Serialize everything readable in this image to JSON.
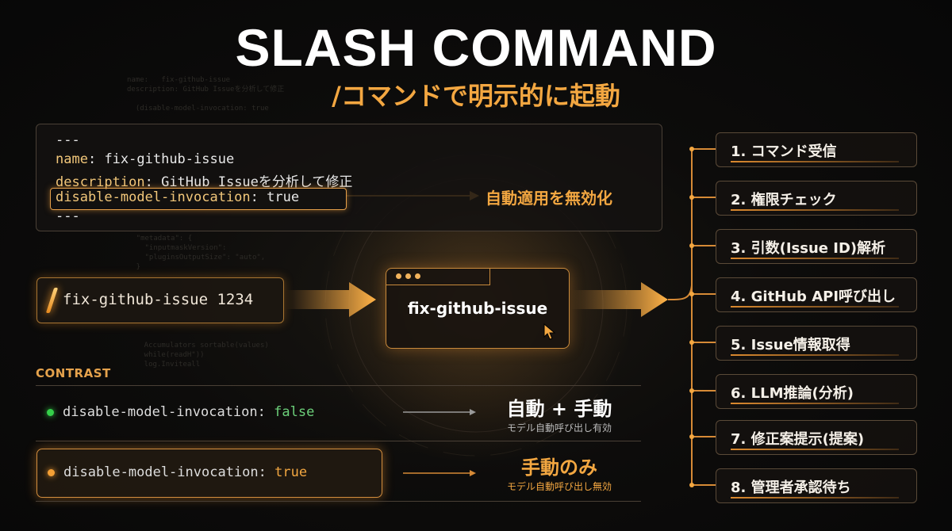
{
  "title": "SLASH COMMAND",
  "subtitle": "/コマンドで明示的に起動",
  "yaml": {
    "sep_top": "---",
    "name_key": "name",
    "name_val": "fix-github-issue",
    "desc_key": "description",
    "desc_val": "GitHub Issueを分析して修正",
    "dmi_key": "disable-model-invocation",
    "dmi_val": "true",
    "sep_bottom": "---",
    "note": "自動適用を無効化"
  },
  "command_input": "fix-github-issue 1234",
  "skill_box": "fix-github-issue",
  "contrast": {
    "heading": "CONTRAST",
    "row1": {
      "key": "disable-model-invocation",
      "value": "false",
      "result": "自動 + 手動",
      "sub": "モデル自動呼び出し有効",
      "value_color": "#6cd07a"
    },
    "row2": {
      "key": "disable-model-invocation",
      "value": "true",
      "result": "手動のみ",
      "sub": "モデル自動呼び出し無効",
      "value_color": "#f3a741"
    }
  },
  "steps": [
    "1. コマンド受信",
    "2. 権限チェック",
    "3. 引数(Issue ID)解析",
    "4. GitHub API呼び出し",
    "5. Issue情報取得",
    "6. LLM推論(分析)",
    "7. 修正案提示(提案)",
    "8. 管理者承認待ち"
  ],
  "colors": {
    "accent": "#f3a741",
    "background": "#0d0c0b"
  }
}
